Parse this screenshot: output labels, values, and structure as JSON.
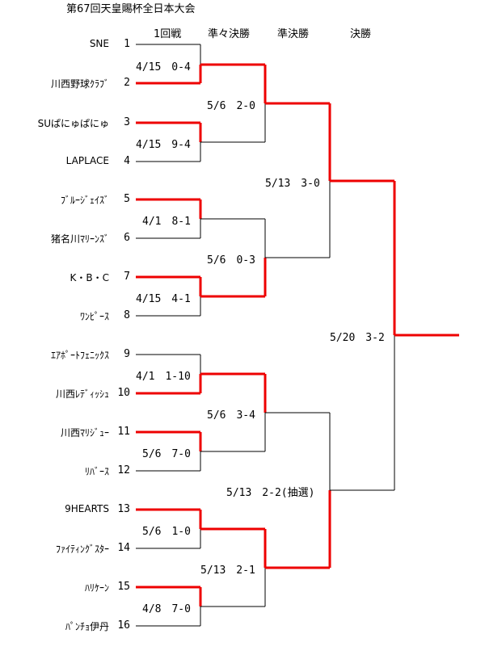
{
  "title": "第67回天皇賜杯全日本大会",
  "headers": [
    "1回戦",
    "準々決勝",
    "準決勝",
    "決勝"
  ],
  "teams": [
    {
      "seed": "1",
      "name": "SNE"
    },
    {
      "seed": "2",
      "name": "川西野球ｸﾗﾌﾞ"
    },
    {
      "seed": "3",
      "name": "SUぱにゅぱにゅ"
    },
    {
      "seed": "4",
      "name": "LAPLACE"
    },
    {
      "seed": "5",
      "name": "ﾌﾞﾙｰｼﾞｪｲｽﾞ"
    },
    {
      "seed": "6",
      "name": "猪名川ﾏﾘｰﾝｽﾞ"
    },
    {
      "seed": "7",
      "name": "K・B・C"
    },
    {
      "seed": "8",
      "name": "ﾜﾝﾋﾟｰｽ"
    },
    {
      "seed": "9",
      "name": "ｴｱﾎﾟｰﾄﾌｪﾆｯｸｽ"
    },
    {
      "seed": "10",
      "name": "川西ﾚﾃﾞｨｯｼｭ"
    },
    {
      "seed": "11",
      "name": "川西ﾏﾘｼﾞｭｰ"
    },
    {
      "seed": "12",
      "name": "ﾘﾊﾞｰｽ"
    },
    {
      "seed": "13",
      "name": "9HEARTS"
    },
    {
      "seed": "14",
      "name": "ﾌｧｲﾃｨﾝｸﾞｽﾀｰ"
    },
    {
      "seed": "15",
      "name": "ﾊﾘｹｰﾝ"
    },
    {
      "seed": "16",
      "name": "ﾊﾟﾝﾁｮ伊丹"
    }
  ],
  "rounds": {
    "r1": [
      {
        "label": "4/15　0-4"
      },
      {
        "label": "4/15　9-4"
      },
      {
        "label": "4/1　8-1"
      },
      {
        "label": "4/15　4-1"
      },
      {
        "label": "4/1　1-10"
      },
      {
        "label": "5/6　7-0"
      },
      {
        "label": "5/6　1-0"
      },
      {
        "label": "4/8　7-0"
      }
    ],
    "r2": [
      {
        "label": "5/6　2-0"
      },
      {
        "label": "5/6　0-3"
      },
      {
        "label": "5/6　3-4"
      },
      {
        "label": "5/13　2-1"
      }
    ],
    "r3": [
      {
        "label": "5/13　3-0"
      },
      {
        "label": "5/13　2-2(抽選)"
      }
    ],
    "r4": [
      {
        "label": "5/20　3-2"
      }
    ]
  },
  "colors": {
    "winner_line": "#ee0000",
    "loser_line": "#000000"
  }
}
